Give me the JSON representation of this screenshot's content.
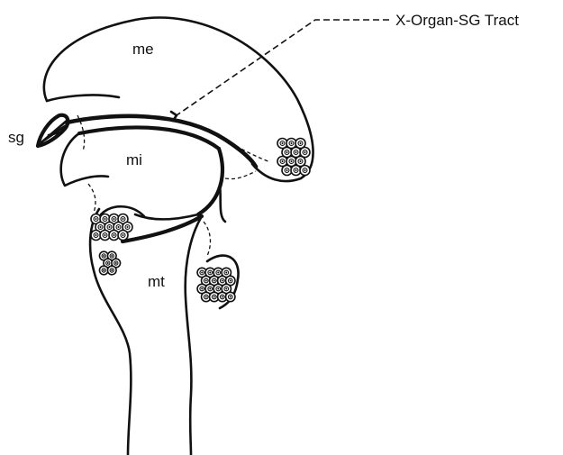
{
  "labels": {
    "me": "me",
    "mi": "mi",
    "mt": "mt",
    "sg": "sg",
    "tract": "X-Organ-SG Tract"
  },
  "neuron_clusters": [
    {
      "name": "me-cluster",
      "count": 12
    },
    {
      "name": "mi-cluster",
      "count": 12
    },
    {
      "name": "mt-left-cluster",
      "count": 6
    },
    {
      "name": "mt-right-cluster",
      "count": 16
    }
  ]
}
